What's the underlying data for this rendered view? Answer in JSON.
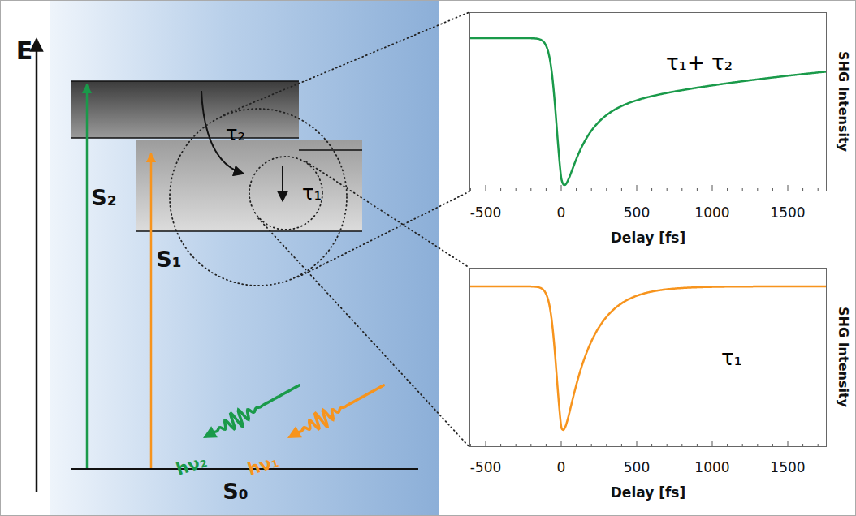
{
  "diagram": {
    "nodes": [
      {
        "text": [
          "τ₂"
        ]
      },
      {
        "text": [
          "τ₁"
        ],
        "in": 0
      },
      {
        "text": [
          "τ₁+ τ₂"
        ]
      },
      {
        "text": [
          "τ₁"
        ]
      }
    ],
    "edges": [
      {
        "from": 0,
        "to": 2,
        "arrow": "none"
      },
      {
        "from": 1,
        "to": 3,
        "arrow": "none"
      }
    ],
    "labels": [
      "E",
      "S₂",
      "S₁",
      "S₀",
      "hν₂",
      "hν₁",
      "-500",
      "0",
      "500",
      "1000",
      "1500",
      "Delay [fs]",
      "SHG Intensity",
      "-500",
      "0",
      "500",
      "1000",
      "1500",
      "Delay [fs]",
      "SHG Intensity"
    ]
  }
}
